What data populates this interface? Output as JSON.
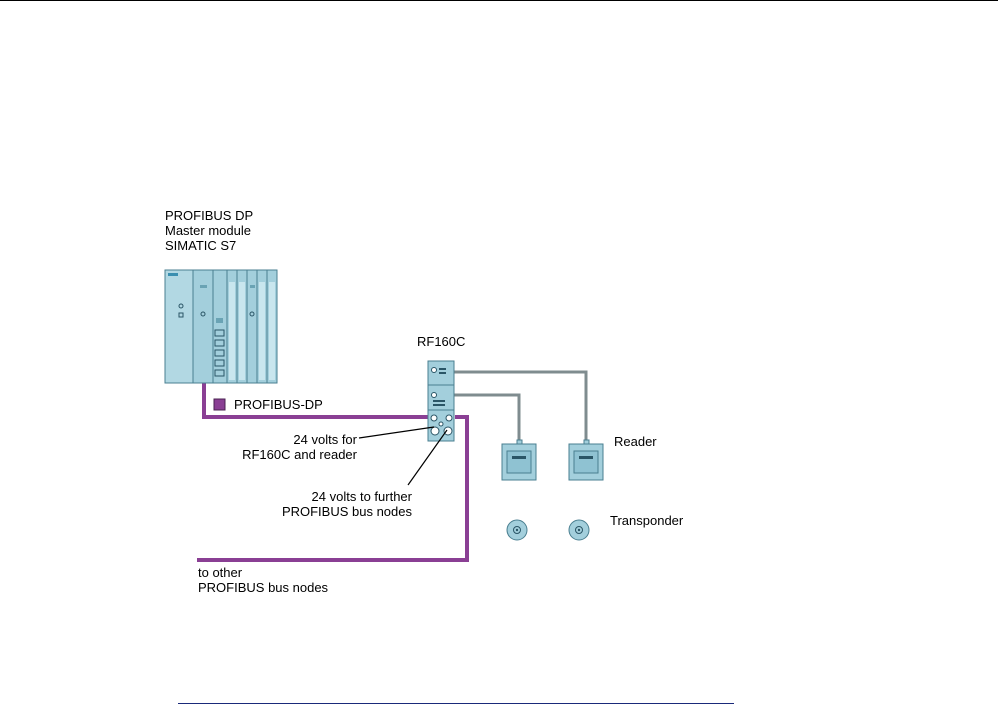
{
  "colors": {
    "bus": "#8a3f94",
    "cable": "#7f8c8f",
    "device_fill": "#a3cfdc",
    "device_dark": "#6aa3b4",
    "device_stroke": "#4a7f90"
  },
  "labels": {
    "master_line1": "PROFIBUS DP",
    "master_line2": "Master module",
    "master_line3": "SIMATIC S7",
    "rf160c": "RF160C",
    "bus_legend": "PROFIBUS-DP",
    "power1_line1": "24 volts for",
    "power1_line2": "RF160C and reader",
    "power2_line1": "24 volts to further",
    "power2_line2": "PROFIBUS bus nodes",
    "other_line1": "to other",
    "other_line2": "PROFIBUS bus nodes",
    "reader": "Reader",
    "transponder": "Transponder"
  },
  "icons": [
    "plc-rack-icon",
    "rf160c-module-icon",
    "reader-icon",
    "transponder-icon",
    "legend-square-icon"
  ]
}
